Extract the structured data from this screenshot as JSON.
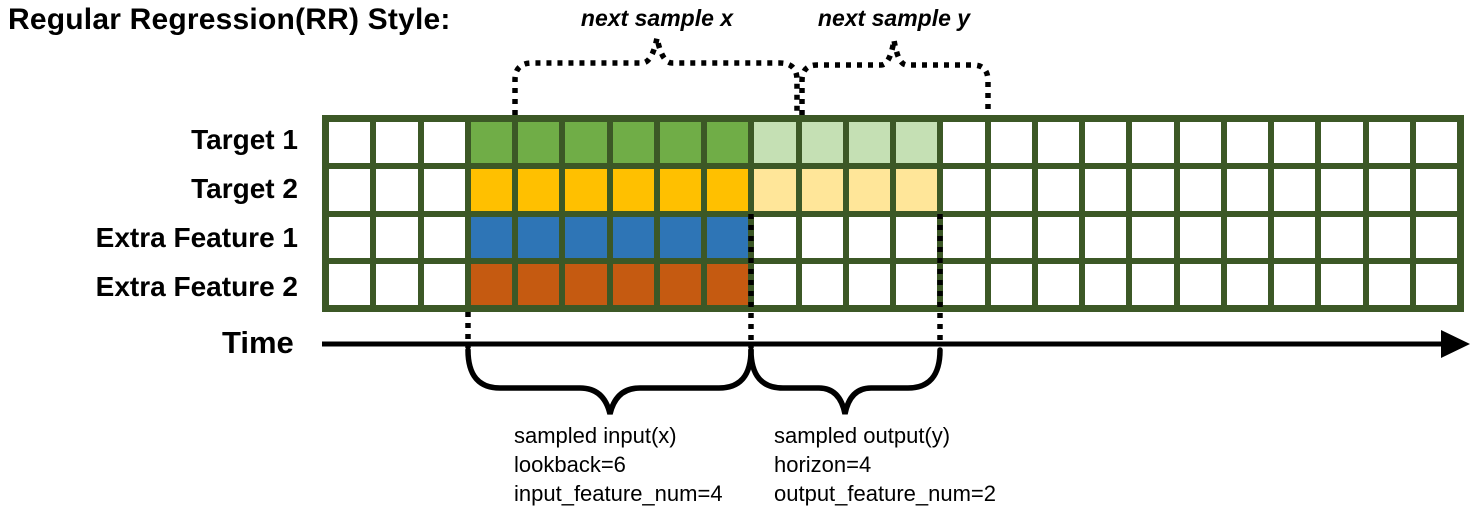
{
  "title": "Regular Regression(RR) Style:",
  "annotations": {
    "next_sample_x": "next sample x",
    "next_sample_y": "next sample y",
    "time_label": "Time",
    "input_block": {
      "line1": "sampled input(x)",
      "line2": "lookback=6",
      "line3": "input_feature_num=4"
    },
    "output_block": {
      "line1": "sampled output(y)",
      "line2": "horizon=4",
      "line3": "output_feature_num=2"
    }
  },
  "colors": {
    "grid_line": "#3c5826",
    "white": "#ffffff",
    "green": "#70ad47",
    "light_green": "#c5e0b4",
    "gold": "#ffc000",
    "light_gold": "#ffe699",
    "blue": "#2e75b6",
    "orange": "#c55a11",
    "annotation": "#000000"
  },
  "grid": {
    "columns": 24,
    "rows": [
      {
        "label": "Target 1",
        "segments": [
          {
            "color": "white",
            "count": 3
          },
          {
            "color": "green",
            "count": 6
          },
          {
            "color": "light_green",
            "count": 4
          },
          {
            "color": "white",
            "count": 11
          }
        ]
      },
      {
        "label": "Target 2",
        "segments": [
          {
            "color": "white",
            "count": 3
          },
          {
            "color": "gold",
            "count": 6
          },
          {
            "color": "light_gold",
            "count": 4
          },
          {
            "color": "white",
            "count": 11
          }
        ]
      },
      {
        "label": "Extra Feature 1",
        "segments": [
          {
            "color": "white",
            "count": 3
          },
          {
            "color": "blue",
            "count": 6
          },
          {
            "color": "white",
            "count": 15
          }
        ]
      },
      {
        "label": "Extra Feature 2",
        "segments": [
          {
            "color": "white",
            "count": 3
          },
          {
            "color": "orange",
            "count": 6
          },
          {
            "color": "white",
            "count": 15
          }
        ]
      }
    ]
  }
}
